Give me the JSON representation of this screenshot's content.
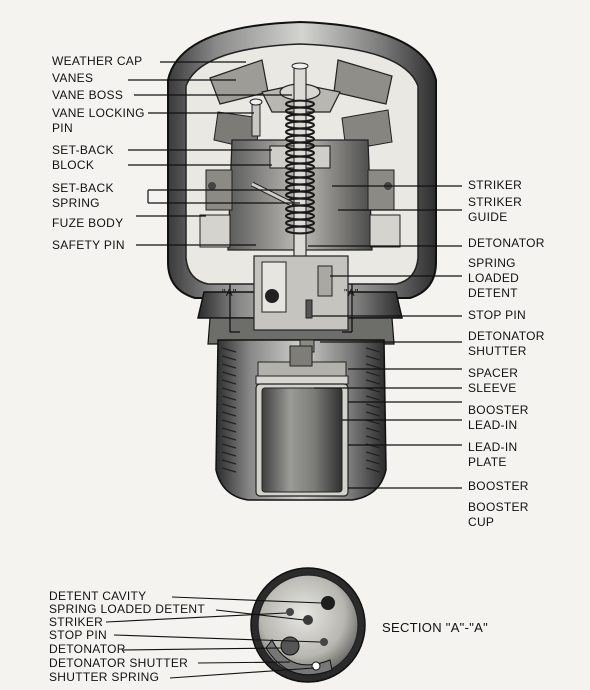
{
  "main_labels_left": [
    "WEATHER CAP",
    "VANES",
    "VANE BOSS",
    "VANE LOCKING PIN",
    "SET-BACK BLOCK",
    "SET-BACK SPRING",
    "FUZE BODY",
    "SAFETY PIN"
  ],
  "main_labels_right": [
    "STRIKER",
    "STRIKER GUIDE",
    "DETONATOR",
    "SPRING LOADED DETENT",
    "STOP PIN",
    "DETONATOR SHUTTER",
    "SPACER SLEEVE",
    "BOOSTER LEAD-IN",
    "LEAD-IN PLATE",
    "BOOSTER",
    "BOOSTER CUP"
  ],
  "section_labels": [
    "DETENT CAVITY",
    "SPRING LOADED DETENT",
    "STRIKER",
    "STOP PIN",
    "DETONATOR",
    "DETONATOR SHUTTER",
    "SHUTTER SPRING"
  ],
  "section_title": "SECTION \"A\"-\"A\"",
  "section_mark": "\"A\""
}
